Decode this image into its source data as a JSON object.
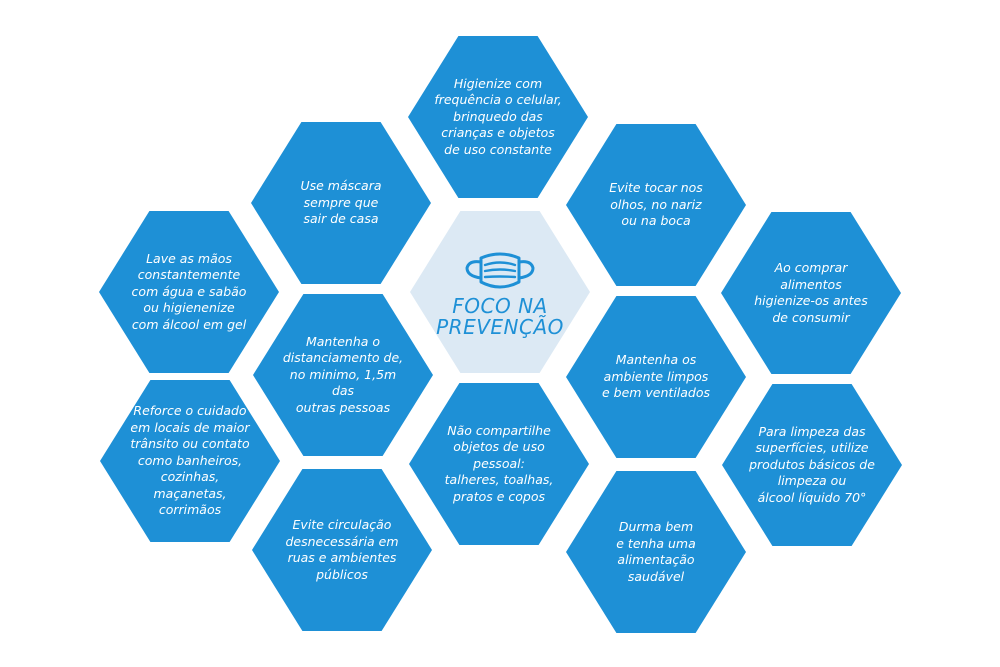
{
  "colors": {
    "hex_blue": "#1e90d6",
    "center_fill": "#dce9f4",
    "center_text": "#1e90d6"
  },
  "center": {
    "icon": "face-mask-icon",
    "title": "FOCO NA\nPREVENÇÃO"
  },
  "hexagons": [
    {
      "id": "higienize-celular",
      "text": "Higienize com\nfrequência o celular,\nbrinquedo das\ncrianças e objetos\nde uso constante"
    },
    {
      "id": "use-mascara",
      "text": "Use máscara\nsempre que\nsair de casa"
    },
    {
      "id": "evite-tocar",
      "text": "Evite tocar nos\nolhos, no nariz\nou na boca"
    },
    {
      "id": "lave-maos",
      "text": "Lave as mãos\nconstantemente\ncom água e sabão\nou higienenize\ncom álcool em gel"
    },
    {
      "id": "comprar-alimentos",
      "text": "Ao comprar\nalimentos\nhigienize-os antes\nde consumir"
    },
    {
      "id": "distanciamento",
      "text": "Mantenha o\ndistanciamento de,\nno minimo, 1,5m das\noutras pessoas"
    },
    {
      "id": "ambientes-limpos",
      "text": "Mantenha os\nambiente limpos\ne bem ventilados"
    },
    {
      "id": "reforce-cuidado",
      "text": "Reforce o cuidado\nem locais de maior\ntrânsito ou contato\ncomo banheiros,\ncozinhas, maçanetas,\ncorrimãos"
    },
    {
      "id": "nao-compartilhe",
      "text": "Não compartilhe\nobjetos de uso pessoal:\ntalheres, toalhas,\npratos e copos"
    },
    {
      "id": "limpeza-superficies",
      "text": "Para limpeza das\nsuperfícies, utilize\nprodutos básicos de\nlimpeza ou\nálcool líquido 70°"
    },
    {
      "id": "evite-circulacao",
      "text": "Evite circulação\ndesnecessária em\nruas e ambientes\npúblicos"
    },
    {
      "id": "durma-bem",
      "text": "Durma bem\ne tenha uma\nalimentação\nsaudável"
    }
  ]
}
